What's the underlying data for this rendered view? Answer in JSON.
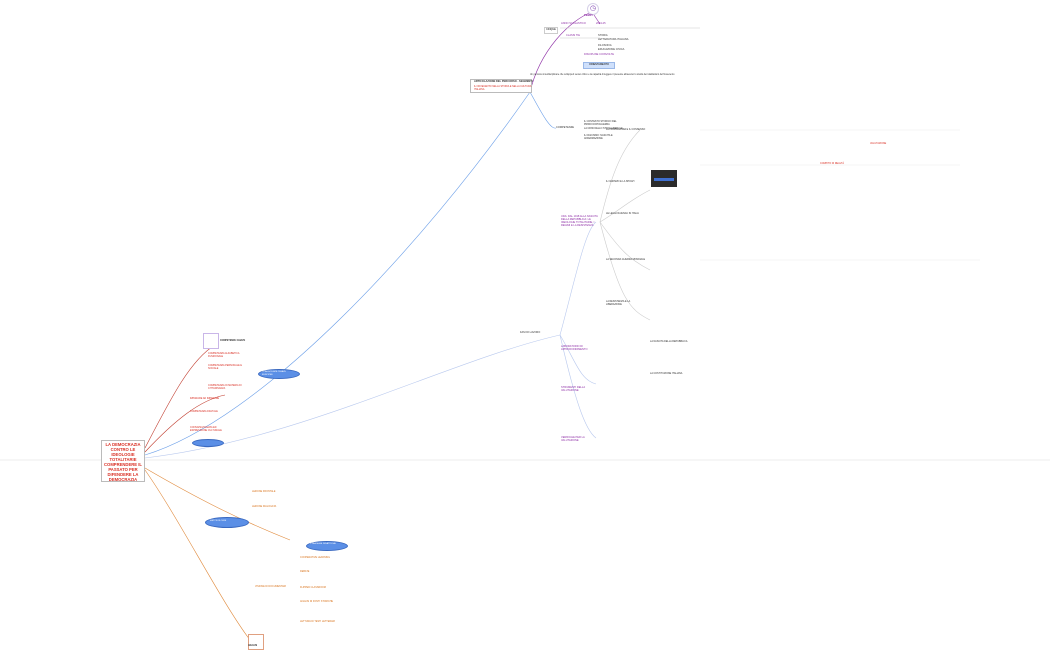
{
  "central": {
    "title": "LA DEMOCRAZIA CONTRO LE IDEOLOGIE TOTALITARIE COMPRENDERE IL PASSATO PER DIFENDERE LA DEMOCRAZIA"
  },
  "top": {
    "icon_label": "TEMPI",
    "row1": "ANNO SCOLASTICO",
    "row1_value": "2024-25",
    "row2": "CLASSI TIE",
    "row2_value": "CINQUE",
    "tag": "DISCIPLINE COINVOLTE",
    "items": [
      "STORIA",
      "LETTERATURA ITALIANA",
      "FILOSOFIA",
      "EDUCAZIONE CIVICA"
    ],
    "blue_box": "ORIENTAMENTO",
    "long_text": "Un percorso interdisciplinare che sviluppa il senso critico e la capacità di leggere il presente attraverso lo studio dei totalitarismi del Novecento"
  },
  "section_title": "ARTICOLAZIONE DEL PERCORSO - SEGMENTI",
  "section_subtitle": "IL NOVECENTO NELLA STORIA E NELLA CULTURA ITALIANA",
  "labels": {
    "competenze": "COMPETENZE",
    "fasi": "FASI DI LAVORO",
    "uda": "UDA: DAL 1918 ALLA NASCITA DELLA REPUBBLICA: LE IDEOLOGIE TOTALITARIE, I REGIMI E LA RESISTENZA",
    "laboratorio": "LABORATORIO DI APPROFONDIMENTO",
    "strumenti": "STRUMENTI DELLA VALUTAZIONE",
    "verifiche": "VERIFICHE PER LA VALUTAZIONE",
    "compito": "COMPITO DI REALTÀ",
    "valutazione": "VALUTAZIONE"
  },
  "right_nodes": [
    "IL CONTESTO STORICO DEL PRIMO DOPOGUERRA",
    "LA CRISI DELLO STATO LIBERALE",
    "IL FASCISMO: NASCITA E AFFERMAZIONE",
    "LA PROPAGANDA E IL CONSENSO",
    "IL NAZISMO E LA SHOAH",
    "LE LEGGI RAZZIALI IN ITALIA",
    "LA SECONDA GUERRA MONDIALE",
    "LA RESISTENZA E LA LIBERAZIONE",
    "LA NASCITA DELLA REPUBBLICA",
    "LA COSTITUZIONE ITALIANA"
  ],
  "left_upper": {
    "icon_label": "COMPETENZE CHIAVE",
    "oval": "COMPETENZE CHIAVE EUROPEE",
    "items": [
      "COMPETENZA ALFABETICA FUNZIONALE",
      "COMPETENZA PERSONALE E SOCIALE",
      "COMPETENZA IN MATERIA DI CITTADINANZA",
      "IMPARARE AD IMPARARE",
      "COMPETENZA DIGITALE",
      "CONSAPEVOLEZZA ED ESPRESSIONE CULTURALE"
    ]
  },
  "left_lower": {
    "icon_label": "ANALISI",
    "oval": "METODOLOGIE",
    "oval2": "STRATEGIE DIDATTICHE",
    "items": [
      "LEZIONE FRONTALE",
      "LEZIONE DIALOGATA",
      "COOPERATIVE LEARNING",
      "DEBATE",
      "FLIPPED CLASSROOM",
      "ANALISI DI FONTI STORICHE",
      "VISIONE DI DOCUMENTARI",
      "LETTURA DI TESTI LETTERARI"
    ]
  },
  "colors": {
    "accent_red": "#d93025",
    "purple": "#8e2fa6",
    "orange": "#d9751f",
    "blue": "#2a7bd4"
  }
}
